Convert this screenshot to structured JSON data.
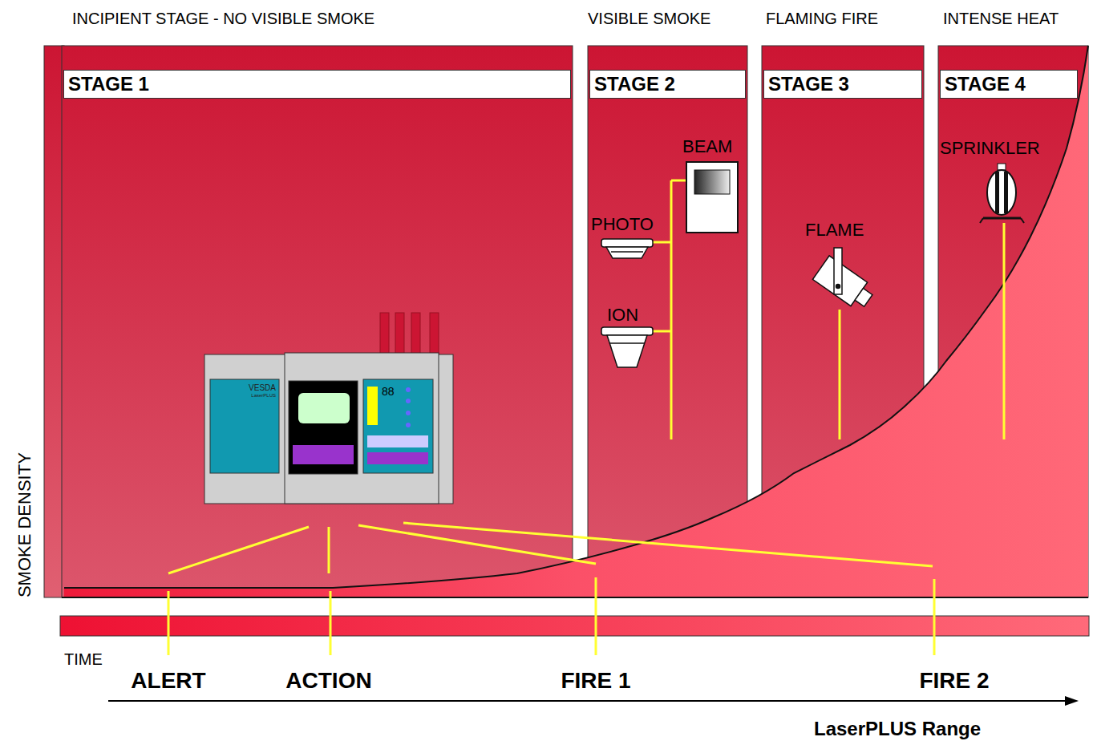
{
  "diagram": {
    "nodes": [
      {
        "text": [
          "INCIPIENT STAGE - NO VISIBLE SMOKE",
          "STAGE 1"
        ]
      },
      {
        "text": [
          "VISIBLE SMOKE",
          "STAGE 2"
        ]
      },
      {
        "text": [
          "FLAMING FIRE",
          "STAGE 3"
        ]
      },
      {
        "text": [
          "INTENSE HEAT",
          "STAGE 4"
        ]
      }
    ],
    "labels": [
      "VESDA",
      "LaserPLUS",
      "88",
      "BEAM",
      "PHOTO",
      "ION",
      "FLAME",
      "SPRINKLER",
      "SMOKE DENSITY",
      "TIME",
      "ALERT",
      "ACTION",
      "FIRE 1",
      "FIRE 2",
      "LaserPLUS Range"
    ]
  }
}
